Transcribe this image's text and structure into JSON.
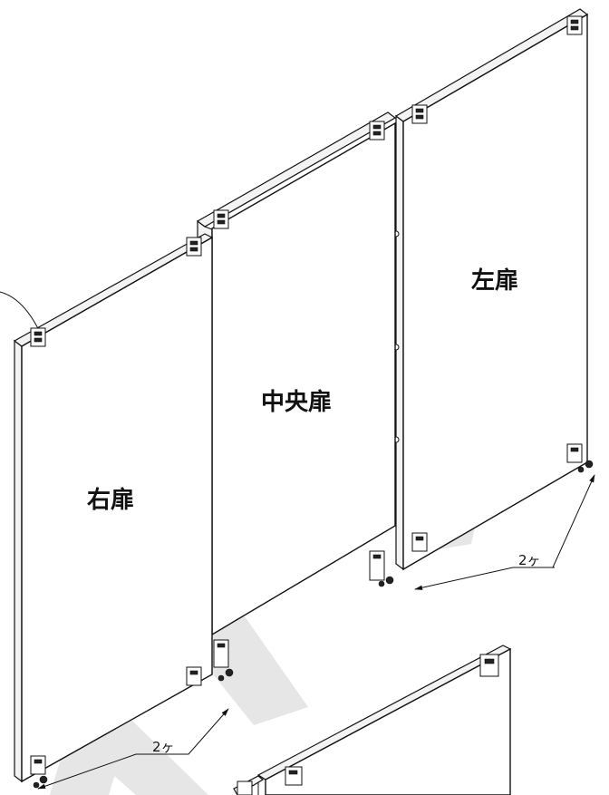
{
  "labels": {
    "right_door": "右扉",
    "center_door": "中央扉",
    "left_door": "左扉",
    "qty_upper": "2ヶ",
    "qty_lower": "2ヶ"
  },
  "colors": {
    "line": "#111111",
    "watermark": "#e6e6e6",
    "background": "#ffffff"
  },
  "icons": {
    "hinge": "hinge-bracket-icon",
    "pivot": "pivot-roller-icon",
    "arrow": "arrow-icon"
  }
}
